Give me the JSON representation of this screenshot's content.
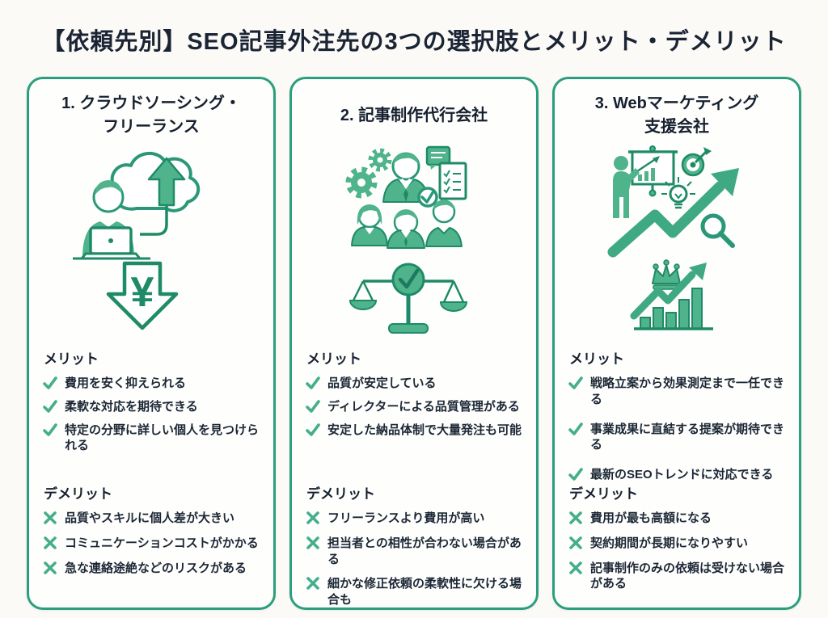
{
  "title": "【依頼先別】SEO記事外注先の3つの選択肢とメリット・デメリット",
  "section_labels": {
    "merit": "メリット",
    "demerit": "デメリット"
  },
  "bullet_icons": {
    "merit": "check-icon",
    "demerit": "cross-icon"
  },
  "colors": {
    "card_border_green": "#2b9e7e",
    "illustration_fill_green": "#4fb38b",
    "illustration_stroke_green": "#1e8a68",
    "mark_green": "#45ae8c",
    "heading_navy": "#1b2434",
    "background": "#fbfaf7"
  },
  "cards": [
    {
      "number": "1",
      "title_line1": "1. クラウドソーシング・",
      "title_line2": "フリーランス",
      "illustration_icon": "freelancer-laptop-cloud-upload-yen-down-arrow-icon",
      "yen_symbol": "¥",
      "merits": [
        "費用を安く抑えられる",
        "柔軟な対応を期待できる",
        "特定の分野に詳しい個人を見つけられる"
      ],
      "demerits": [
        "品質やスキルに個人差が大きい",
        "コミュニケーションコストがかかる",
        "急な連絡途絶などのリスクがある"
      ]
    },
    {
      "number": "2",
      "title_line1": "2. 記事制作代行会社",
      "title_line2": "",
      "illustration_icon": "editorial-team-gears-checklist-balance-scale-icon",
      "merits": [
        "品質が安定している",
        "ディレクターによる品質管理がある",
        "安定した納品体制で大量発注も可能"
      ],
      "demerits": [
        "フリーランスより費用が高い",
        "担当者との相性が合わない場合がある",
        "細かな修正依頼の柔軟性に欠ける場合も"
      ]
    },
    {
      "number": "3",
      "title_line1": "3. Webマーケティング",
      "title_line2": "支援会社",
      "illustration_icon": "marketing-growth-arrow-presenter-target-crown-chart-icon",
      "merits": [
        "戦略立案から効果測定まで一任できる",
        "事業成果に直結する提案が期待できる",
        "最新のSEOトレンドに対応できる"
      ],
      "demerits": [
        "費用が最も高額になる",
        "契約期間が長期になりやすい",
        "記事制作のみの依頼は受けない場合がある"
      ]
    }
  ]
}
